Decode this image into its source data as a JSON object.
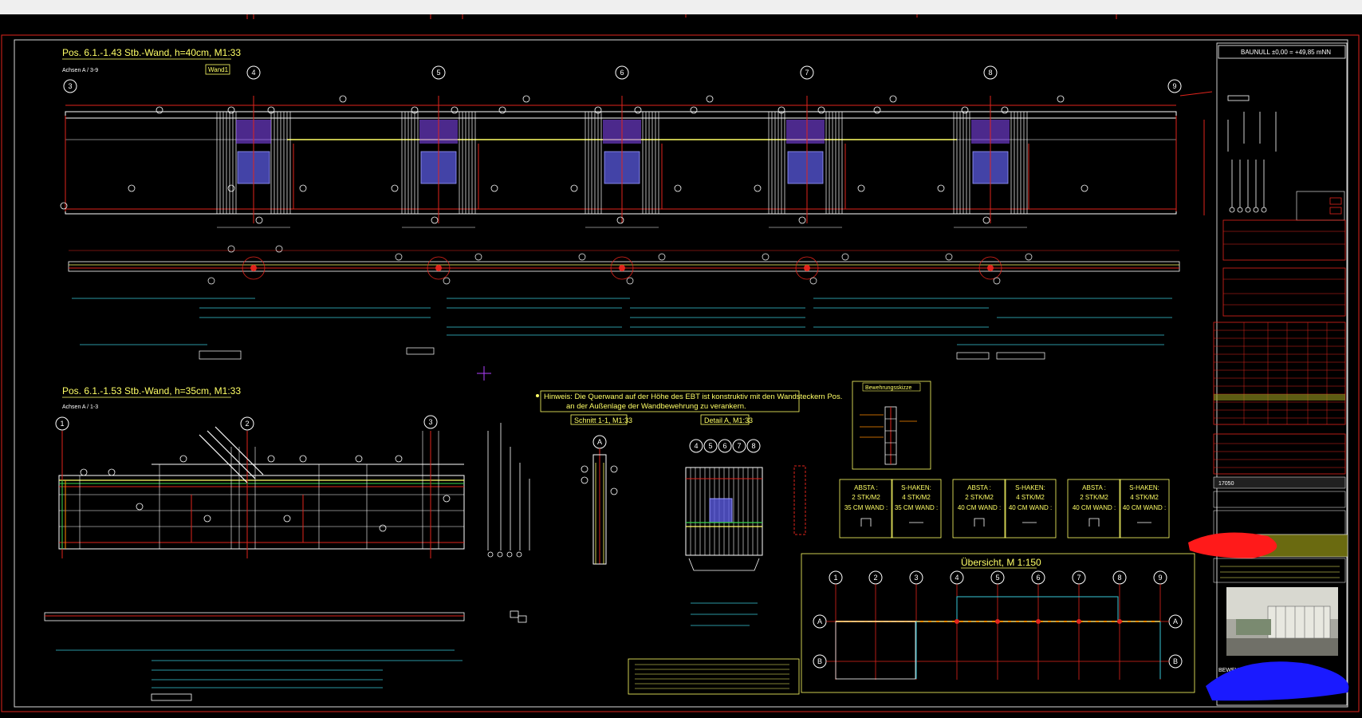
{
  "colors": {
    "background": "#000000",
    "titles": "#ffff66",
    "rebar_red": "#e0241c",
    "rebar_white": "#ffffff",
    "cyan": "#38c8d8",
    "blue": "#6a6aff",
    "magenta": "#b040ff",
    "green": "#38d84a",
    "orange": "#ff8a00"
  },
  "drawing": {
    "view1": {
      "title": "Pos. 6.1.-1.43 Stb.-Wand, h=40cm, M1:33",
      "axes": "Achsen A / 3-9",
      "tag": "Wand1",
      "axis_numbers": [
        "3",
        "4",
        "5",
        "6",
        "7",
        "8",
        "9"
      ]
    },
    "view2": {
      "title": "Pos. 6.1.-1.53 Stb.-Wand, h=35cm, M1:33",
      "axes": "Achsen A / 1-3",
      "axis_numbers": [
        "1",
        "2",
        "3"
      ]
    },
    "note": {
      "line1": "Hinweis: Die Querwand auf der Höhe des EBT ist konstruktiv mit den Wandsteckern Pos.",
      "line2": "an der Außenlage der Wandbewehrung zu verankern."
    },
    "section": {
      "label": "Schnitt 1-1, M1:33",
      "axis": "A"
    },
    "detail": {
      "label": "Detail A, M1:33",
      "bubbles": [
        "4",
        "5",
        "6",
        "7",
        "8"
      ]
    },
    "sketch": {
      "label": "Bewehrungsskizze"
    },
    "spacers": [
      {
        "type": "ABSTA :",
        "count": "2 STK/M2",
        "wall": "35 CM WAND :"
      },
      {
        "type": "S-HAKEN:",
        "count": "4 STK/M2",
        "wall": "35 CM WAND :"
      },
      {
        "type": "ABSTA :",
        "count": "2 STK/M2",
        "wall": "40 CM WAND :"
      },
      {
        "type": "S-HAKEN:",
        "count": "4 STK/M2",
        "wall": "40 CM WAND :"
      },
      {
        "type": "ABSTA :",
        "count": "2 STK/M2",
        "wall": "40 CM WAND :"
      },
      {
        "type": "S-HAKEN:",
        "count": "4 STK/M2",
        "wall": "40 CM WAND :"
      }
    ],
    "overview": {
      "title": "Übersicht, M 1:150",
      "columns": [
        "1",
        "2",
        "3",
        "4",
        "5",
        "6",
        "7",
        "8",
        "9"
      ],
      "rows": [
        "A",
        "B"
      ]
    },
    "titleblock": {
      "header": "BAUNULL ±0,00 = +49,85 mNN",
      "plan_number": "17050",
      "plan_type": "BEWEHRUNGSPLAN"
    }
  }
}
